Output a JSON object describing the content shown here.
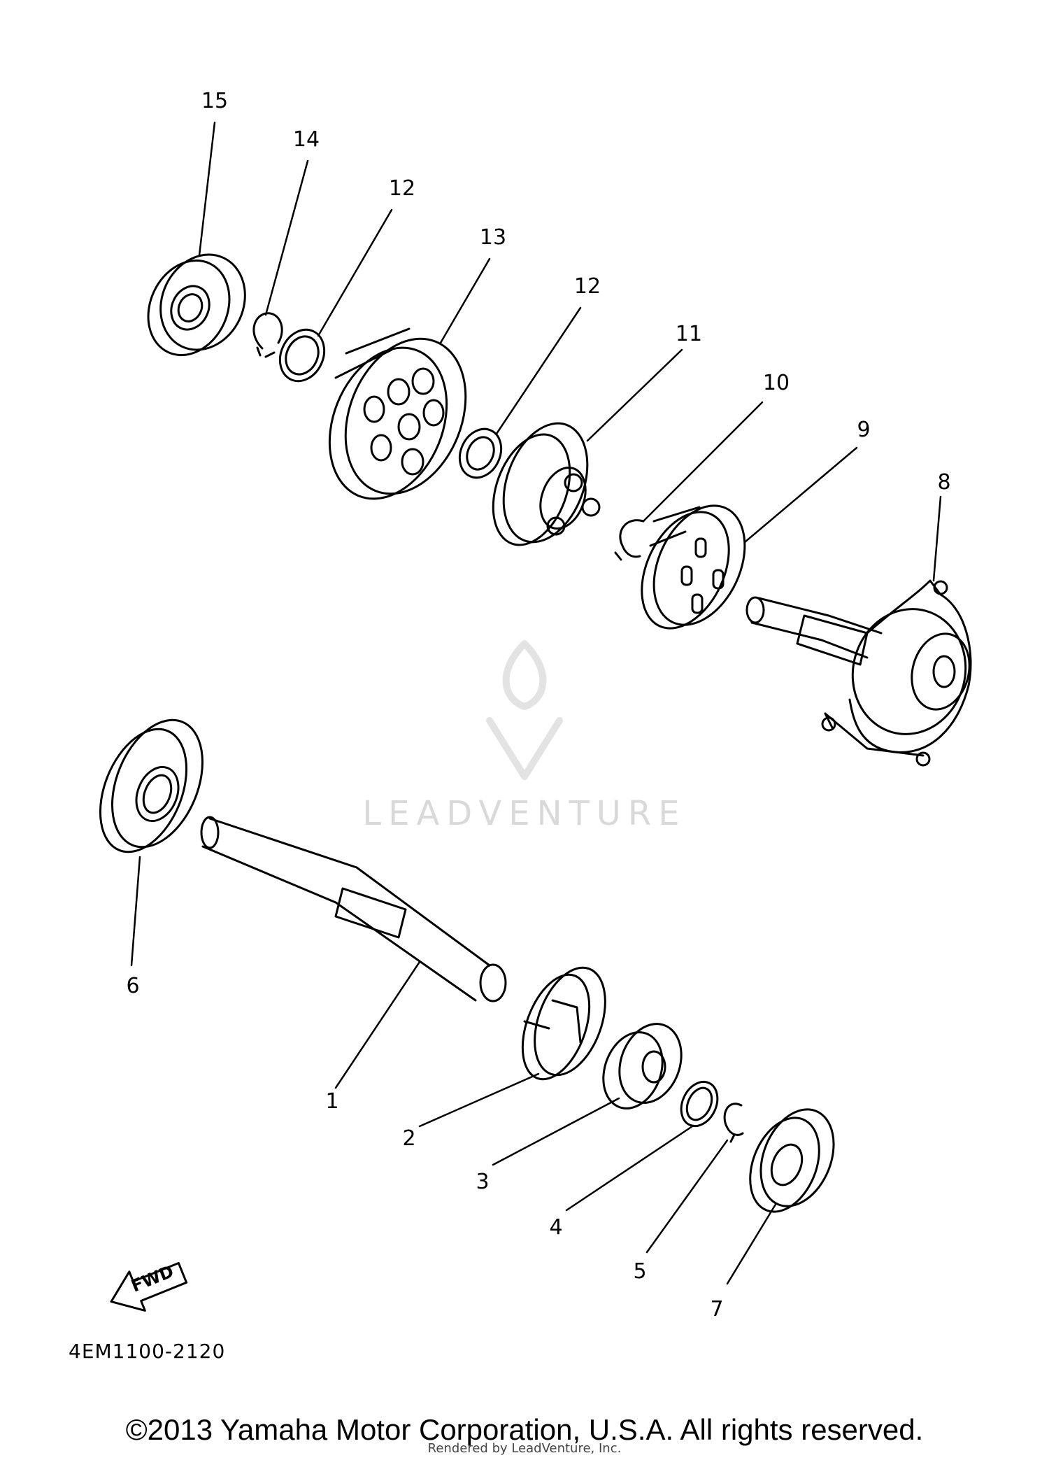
{
  "callouts": [
    {
      "label": "15"
    },
    {
      "label": "14"
    },
    {
      "label": "12"
    },
    {
      "label": "13"
    },
    {
      "label": "12"
    },
    {
      "label": "11"
    },
    {
      "label": "10"
    },
    {
      "label": "9"
    },
    {
      "label": "8"
    },
    {
      "label": "6"
    },
    {
      "label": "1"
    },
    {
      "label": "2"
    },
    {
      "label": "3"
    },
    {
      "label": "4"
    },
    {
      "label": "5"
    },
    {
      "label": "7"
    }
  ],
  "direction_arrow": {
    "label": "FWD"
  },
  "diagram_code": "4EM1100-2120",
  "watermark": {
    "text": "LEADVENTURE"
  },
  "copyright": "©2013 Yamaha Motor Corporation, U.S.A. All rights reserved.",
  "rendered_by": "Rendered by LeadVenture, Inc."
}
